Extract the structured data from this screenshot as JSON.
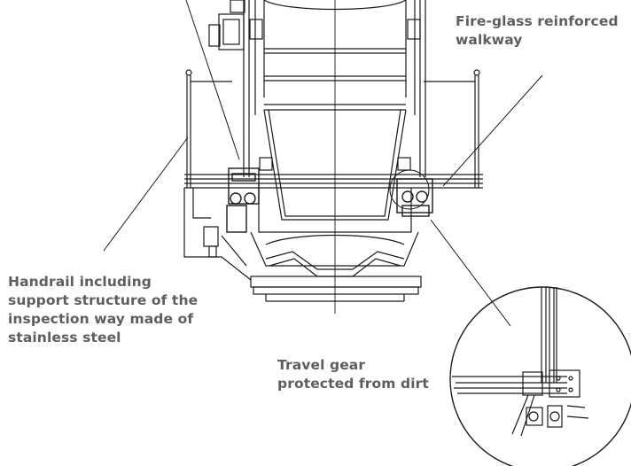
{
  "labels": {
    "walkway": {
      "lines": [
        "Fire-glass reinforced",
        "walkway"
      ]
    },
    "handrail": {
      "lines": [
        "Handrail including",
        "support structure of the",
        "inspection way made of",
        "stainless steel"
      ]
    },
    "travel_gear": {
      "lines": [
        "Travel gear",
        "protected from dirt"
      ]
    }
  },
  "colors": {
    "line": "#1a1a1a",
    "text": "#5e5e5e",
    "background": "#ffffff"
  }
}
